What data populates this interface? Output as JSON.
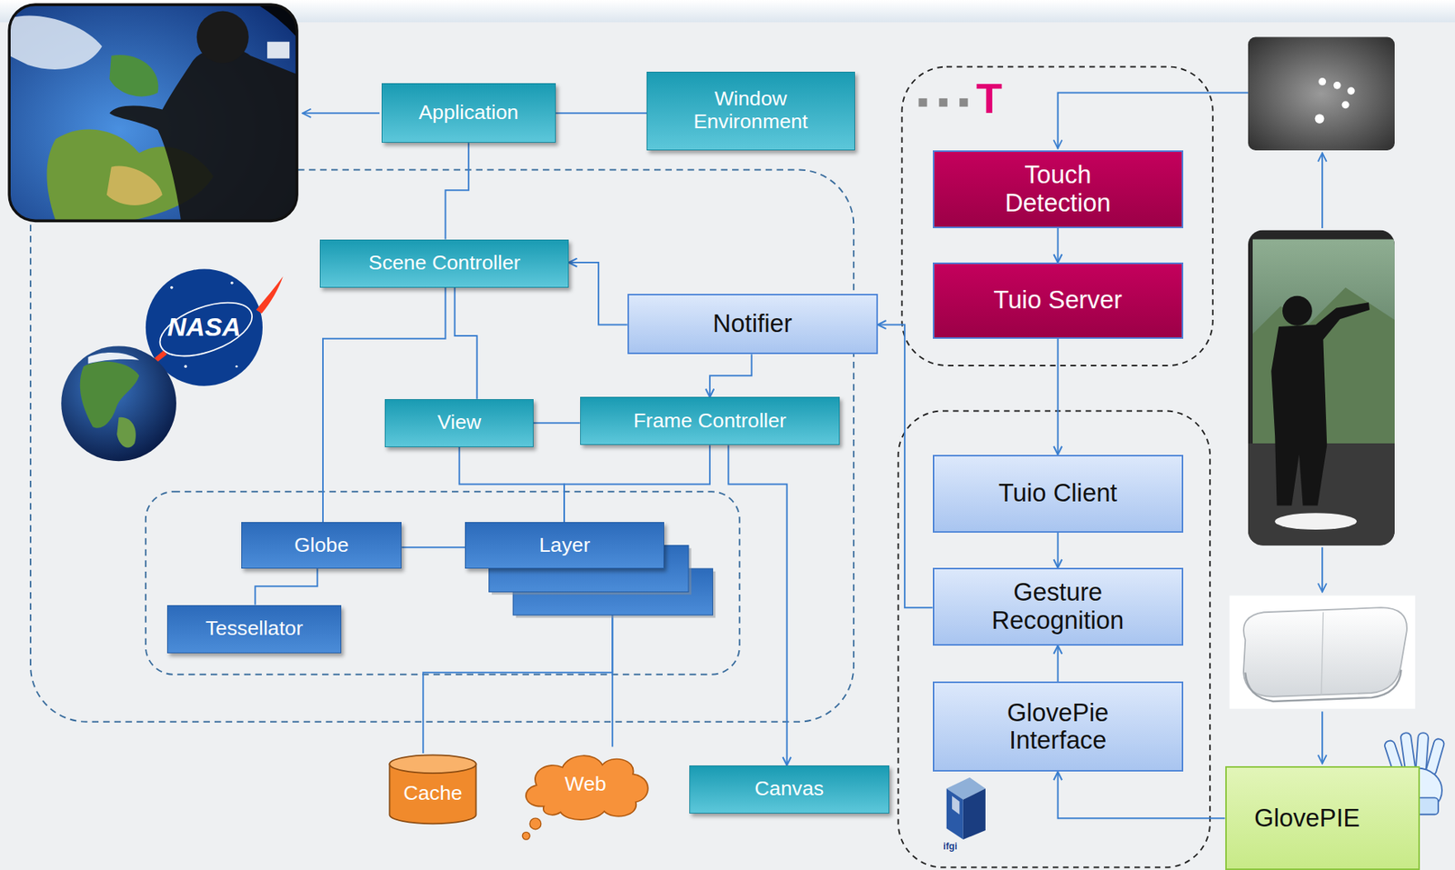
{
  "diagram": {
    "nodes": [
      {
        "text": [
          "Application"
        ]
      },
      {
        "text": [
          "Window Environment"
        ]
      },
      {
        "text": [
          "Scene Controller"
        ]
      },
      {
        "text": [
          "Notifier"
        ]
      },
      {
        "text": [
          "View"
        ]
      },
      {
        "text": [
          "Frame Controller"
        ]
      },
      {
        "text": [
          "Globe"
        ]
      },
      {
        "text": [
          "Layer"
        ]
      },
      {
        "text": [
          "Tessellator"
        ]
      },
      {
        "text": [
          "Cache"
        ]
      },
      {
        "text": [
          "Web"
        ]
      },
      {
        "text": [
          "Canvas"
        ]
      },
      {
        "text": [
          "Touch Detection"
        ]
      },
      {
        "text": [
          "Tuio Server"
        ]
      },
      {
        "text": [
          "Tuio Client"
        ]
      },
      {
        "text": [
          "Gesture Recognition"
        ]
      },
      {
        "text": [
          "GlovePie Interface"
        ]
      },
      {
        "text": [
          "GlovePIE"
        ]
      }
    ],
    "edges": [
      {
        "from": 0,
        "to": 1,
        "arrow": "none"
      },
      {
        "from": 0,
        "to": 2,
        "arrow": "none"
      },
      {
        "from": 3,
        "to": 2,
        "arrow": "to"
      },
      {
        "from": 3,
        "to": 5,
        "arrow": "to"
      },
      {
        "from": 2,
        "to": 4,
        "arrow": "none"
      },
      {
        "from": 2,
        "to": 6,
        "arrow": "none"
      },
      {
        "from": 4,
        "to": 5,
        "arrow": "none"
      },
      {
        "from": 4,
        "to": 7,
        "arrow": "none"
      },
      {
        "from": 5,
        "to": 7,
        "arrow": "none"
      },
      {
        "from": 5,
        "to": 11,
        "arrow": "to"
      },
      {
        "from": 6,
        "to": 7,
        "arrow": "none"
      },
      {
        "from": 6,
        "to": 8,
        "arrow": "none"
      },
      {
        "from": 7,
        "to": 9,
        "arrow": "none"
      },
      {
        "from": 7,
        "to": 10,
        "arrow": "none"
      },
      {
        "from": 12,
        "to": 13,
        "arrow": "to"
      },
      {
        "from": 13,
        "to": 14,
        "arrow": "to"
      },
      {
        "from": 14,
        "to": 15,
        "arrow": "to"
      },
      {
        "from": 16,
        "to": 15,
        "arrow": "to"
      },
      {
        "from": 15,
        "to": 3,
        "arrow": "to"
      },
      {
        "from": 17,
        "to": 16,
        "arrow": "to"
      }
    ],
    "labels": [
      "NASA",
      "T",
      "ifgi"
    ]
  }
}
